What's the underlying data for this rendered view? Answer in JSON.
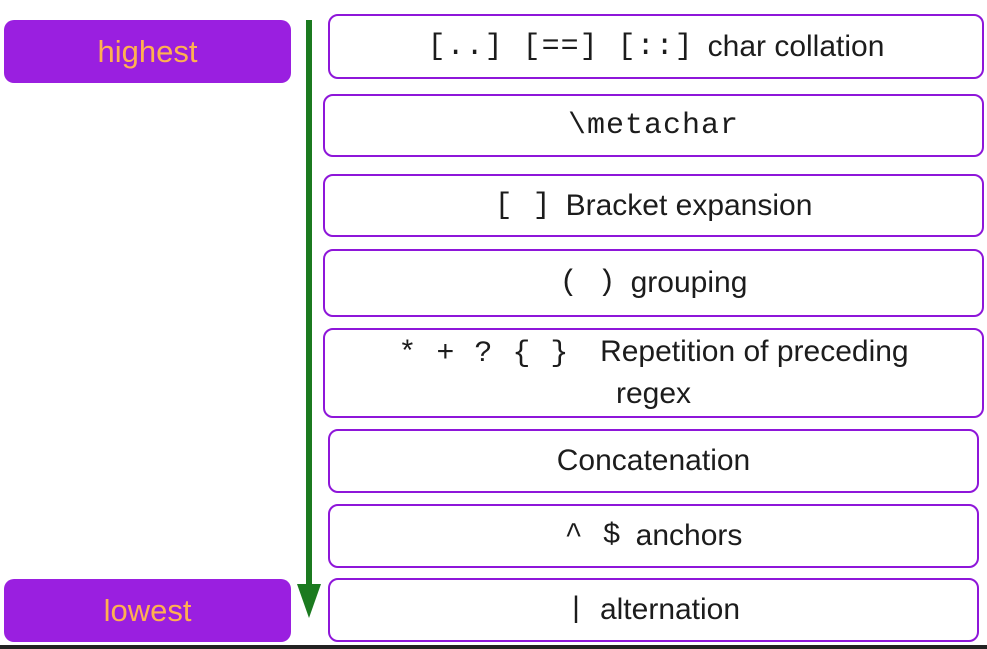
{
  "levels": {
    "highest": "highest",
    "lowest": "lowest"
  },
  "colors": {
    "badge_bg": "#9a1fe0",
    "badge_text": "#ffb050",
    "box_border": "#8e16d9",
    "arrow": "#1b7a1f"
  },
  "rules": [
    {
      "symbols": "[..] [==] [::]",
      "text": "char collation"
    },
    {
      "symbols": "\\metachar",
      "text": ""
    },
    {
      "symbols": "[ ]",
      "text": "Bracket expansion"
    },
    {
      "symbols": "( )",
      "text": "grouping"
    },
    {
      "symbols": "* + ? { }",
      "text": "Repetition of preceding",
      "text_line2": "regex"
    },
    {
      "symbols": "",
      "text": "Concatenation"
    },
    {
      "symbols": "^ $",
      "text": "anchors"
    },
    {
      "symbols": "|",
      "text": "alternation"
    }
  ]
}
